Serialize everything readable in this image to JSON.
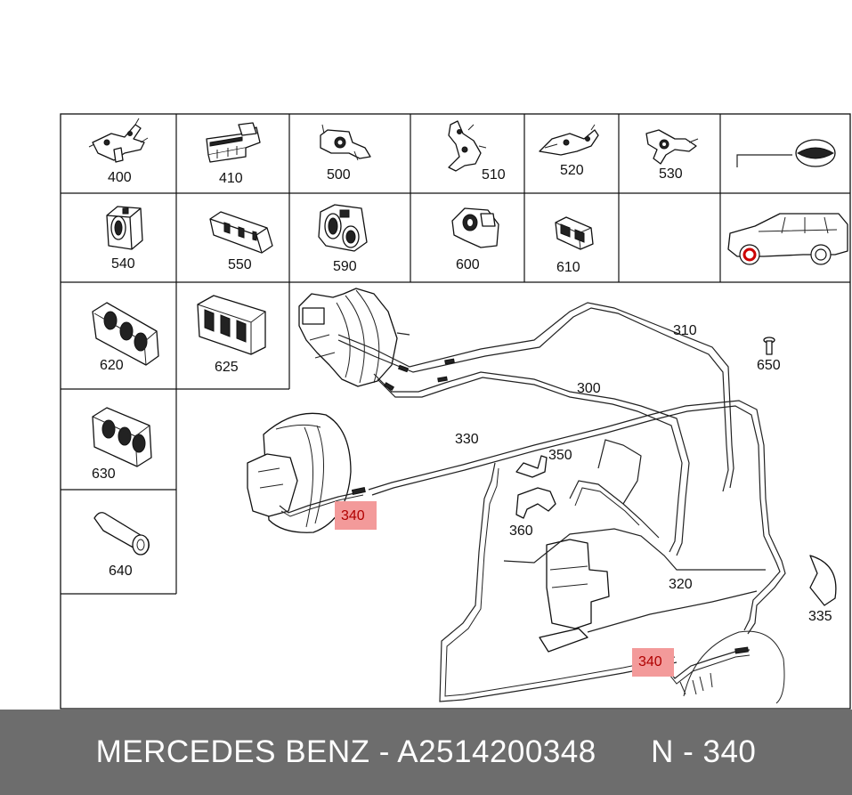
{
  "catalog": {
    "brand": "MERCEDES BENZ",
    "part_number": "A2514200348",
    "position": "N - 340"
  },
  "cells": [
    {
      "label": "400"
    },
    {
      "label": "410"
    },
    {
      "label": "500"
    },
    {
      "label": "510"
    },
    {
      "label": "520"
    },
    {
      "label": "530"
    },
    {
      "label": "540"
    },
    {
      "label": "550"
    },
    {
      "label": "590"
    },
    {
      "label": "600"
    },
    {
      "label": "610"
    },
    {
      "label": "620"
    },
    {
      "label": "625"
    },
    {
      "label": "630"
    },
    {
      "label": "640"
    }
  ],
  "callouts": {
    "c310": "310",
    "c300": "300",
    "c330": "330",
    "c350": "350",
    "c360": "360",
    "c320": "320",
    "c335": "335",
    "c650": "650",
    "c340a": "340",
    "c340b": "340"
  },
  "colors": {
    "highlight": "#f39a9a",
    "footer_bg": "#6d6d6d",
    "footer_text": "#ffffff"
  }
}
